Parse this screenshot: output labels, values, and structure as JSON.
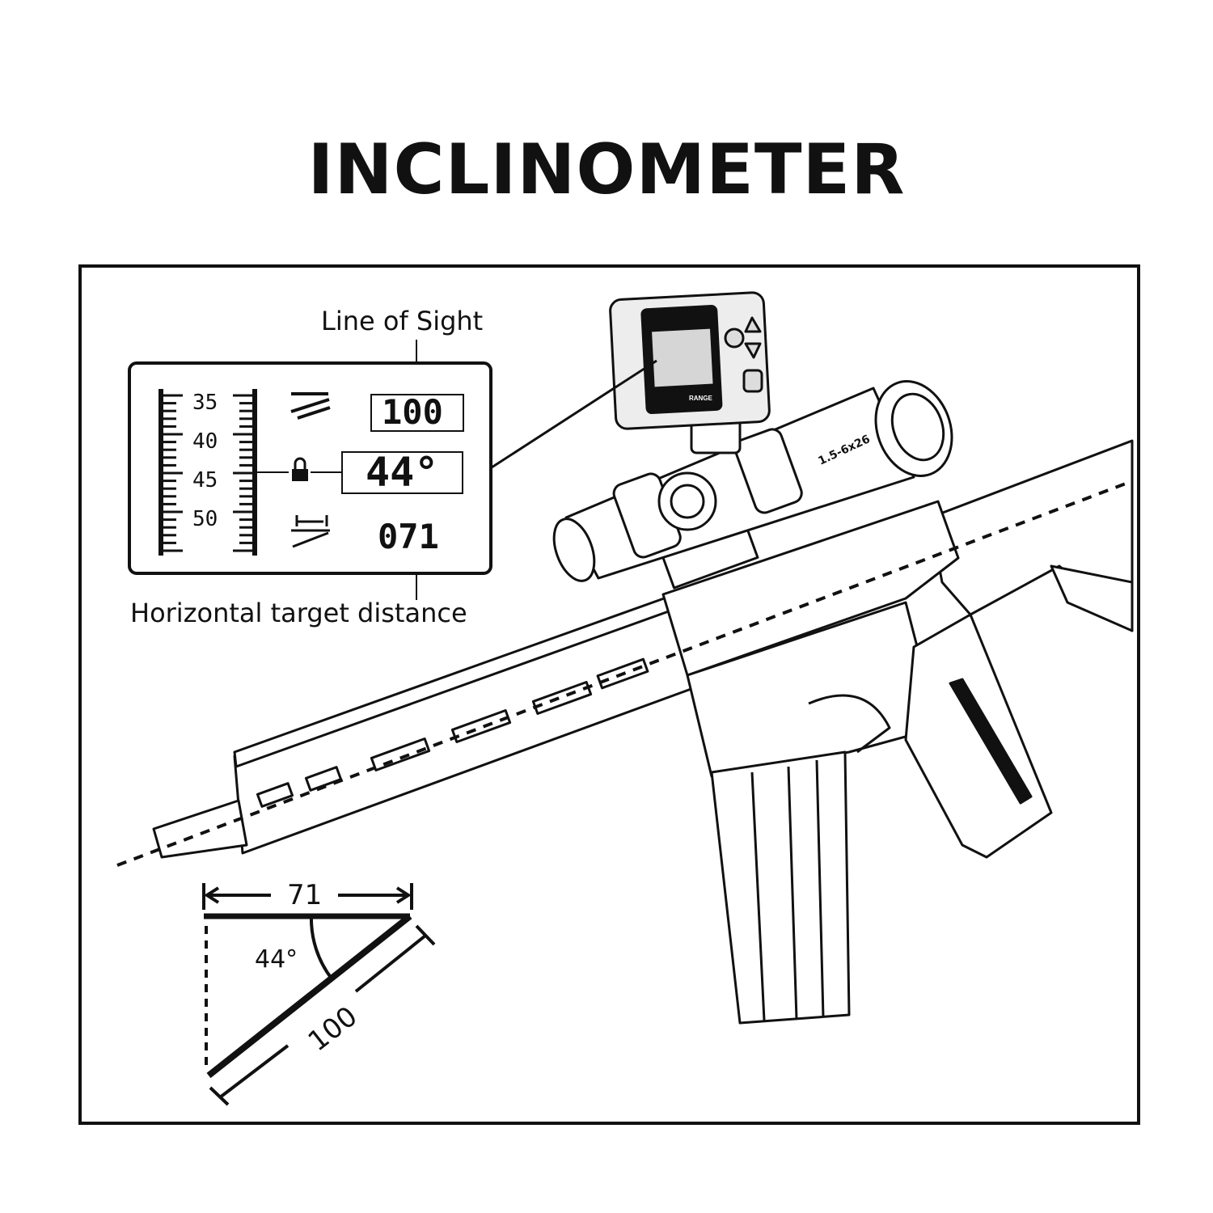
{
  "title": "INCLINOMETER",
  "callouts": {
    "line_of_sight": "Line of Sight",
    "horizontal_distance": "Horizontal target distance"
  },
  "display": {
    "scale_ticks": [
      "35",
      "40",
      "45",
      "50"
    ],
    "line_of_sight_value": "100",
    "angle_value": "44°",
    "horizontal_value": "071",
    "icons": [
      "incline-range-icon",
      "lock-icon",
      "horizontal-range-icon"
    ]
  },
  "device": {
    "brand": "RANGE",
    "scope_label": "1.5-6x26"
  },
  "triangle": {
    "horizontal": "71",
    "hypotenuse": "100",
    "angle": "44°"
  }
}
